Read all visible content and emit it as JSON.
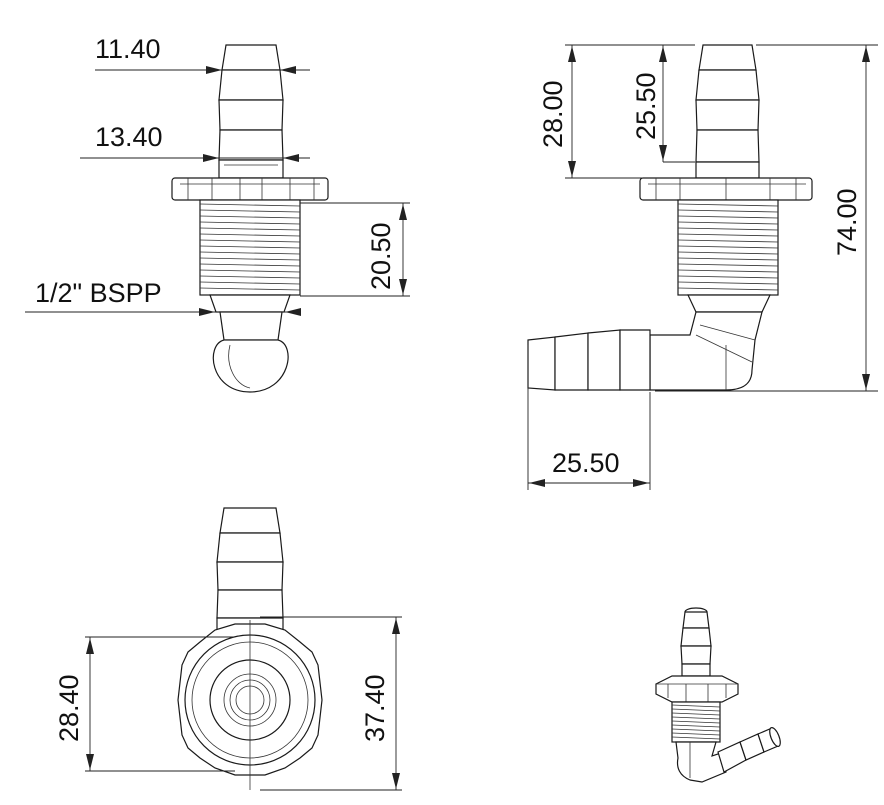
{
  "front_view": {
    "barb_small_dim": "11.40",
    "barb_large_dim": "13.40",
    "thread_length_dim": "20.50",
    "thread_label": "1/2\" BSPP"
  },
  "side_view": {
    "height_to_flange_dim": "28.00",
    "barb_length_dim": "25.50",
    "overall_height_dim": "74.00",
    "horizontal_barb_dim": "25.50"
  },
  "top_view": {
    "flange_inner_dim": "28.40",
    "flange_outer_dim": "37.40"
  }
}
